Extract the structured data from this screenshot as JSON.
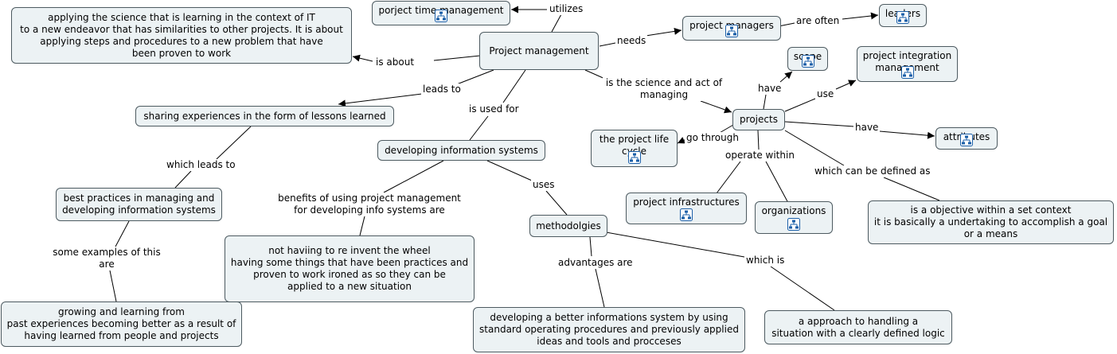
{
  "nodes": {
    "pm": "Project management",
    "ptm": "porject time management",
    "about": "applying the science that is learning in the context of IT\nto a new endeavor that has similarities to other projects. It is about\napplying steps and procedures to a new problem that have\nbeen proven to work",
    "managers": "project managers",
    "leaders": "leaders",
    "scope": "scope",
    "integration": "project integration\nmanagement",
    "projects": "projects",
    "attributes": "attributes",
    "lifecycle": "the project life\ncycle",
    "sharing": "sharing experiences in the form of lessons learned",
    "dis": "developing information systems",
    "best": "best practices in managing and\ndeveloping information systems",
    "infra": "project infrastructures",
    "orgs": "organizations",
    "objective": "is a objective within a set context\nit is basically a undertaking to accomplish a goal\nor a means",
    "notreinvent": "not haviing to re invent the wheel\nhaving some things that have been practices and\nproven to work ironed as so they can be\napplied to a new situation",
    "methods": "methodolgies",
    "growing": "growing and learning from\npast experiences becoming better as a result of\nhaving learned from people and projects",
    "better": "developing a better informations system by using\nstandard operating procedures and previously applied\nideas and tools and procceses",
    "approach": "a approach to handling a\nsituation with a clearly defined logic"
  },
  "links": {
    "utilizes": "utilizes",
    "is_about": "is about",
    "needs": "needs",
    "are_often": "are often",
    "is_science": "is the science and act of\nmanaging",
    "leads_to": "leads to",
    "used_for": "is used for",
    "have1": "have",
    "use": "use",
    "have2": "have",
    "go_through": "go through",
    "operate_within": "operate within",
    "defined_as": "which can be defined as",
    "which_leads": "which leads to",
    "benefits": "benefits of using project management\nfor developing info systems are",
    "uses": "uses",
    "examples": "some examples of this\nare",
    "advantages": "advantages are",
    "which_is": "which is"
  },
  "icons": {
    "linked_map": "concept-map-icon"
  },
  "colors": {
    "node_fill": "#ecf2f4",
    "node_border": "#4d5a60",
    "icon_blue": "#1b5fa8"
  }
}
